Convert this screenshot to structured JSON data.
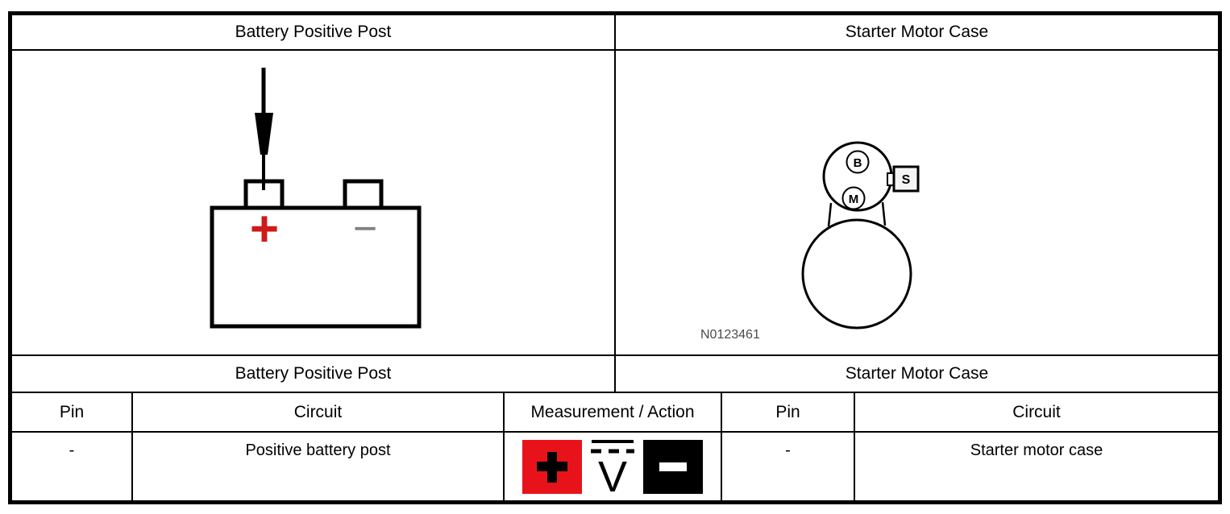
{
  "panels": {
    "left": {
      "header": "Battery Positive Post",
      "caption": "Battery Positive Post"
    },
    "right": {
      "header": "Starter Motor Case",
      "caption": "Starter Motor Case"
    }
  },
  "battery_diagram": {
    "plus_symbol": "+",
    "minus_symbol": "−"
  },
  "starter_diagram": {
    "terminal_b": "B",
    "terminal_m": "M",
    "terminal_s": "S",
    "figure_id": "N0123461"
  },
  "table": {
    "headers": {
      "pin_left": "Pin",
      "circuit_left": "Circuit",
      "measurement": "Measurement / Action",
      "pin_right": "Pin",
      "circuit_right": "Circuit"
    },
    "row": {
      "pin_left": "-",
      "circuit_left": "Positive battery post",
      "pin_right": "-",
      "circuit_right": "Starter motor case"
    },
    "measurement_icons": {
      "positive_lead": {
        "glyph": "+",
        "bg": "#e8131a",
        "fg": "#000000"
      },
      "dc_voltmeter": {
        "glyph": "V",
        "fg": "#000000"
      },
      "negative_lead": {
        "glyph": "−",
        "bg": "#000000",
        "fg": "#ffffff"
      }
    }
  },
  "colors": {
    "border": "#000000",
    "battery_plus_red": "#cf1a1a",
    "lead_red": "#e8131a",
    "minus_gray": "#808080",
    "figure_label_gray": "#4a4a4a"
  }
}
